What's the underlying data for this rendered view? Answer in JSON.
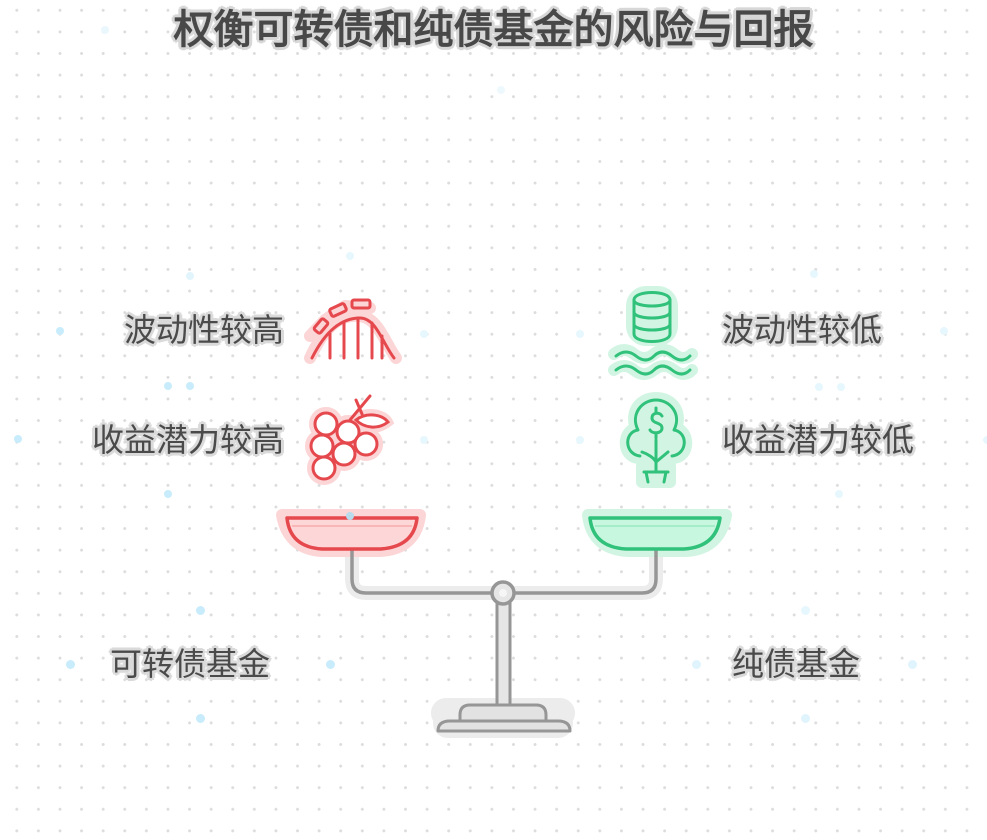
{
  "title": "权衡可转债和纯债基金的风险与回报",
  "left": {
    "fund_name": "可转债基金",
    "attributes": [
      {
        "label": "波动性较高",
        "icon": "roller-coaster-icon"
      },
      {
        "label": "收益潜力较高",
        "icon": "grapes-icon"
      }
    ],
    "color": "#e5484d",
    "glow_color": "#fcd5d6"
  },
  "right": {
    "fund_name": "纯债基金",
    "attributes": [
      {
        "label": "波动性较低",
        "icon": "calm-water-database-icon"
      },
      {
        "label": "收益潜力较低",
        "icon": "money-tree-icon"
      }
    ],
    "color": "#30c17a",
    "glow_color": "#d2f5e3"
  },
  "scale": {
    "stroke_color": "#8f8f8f",
    "fill_color": "#e2e2e2"
  }
}
